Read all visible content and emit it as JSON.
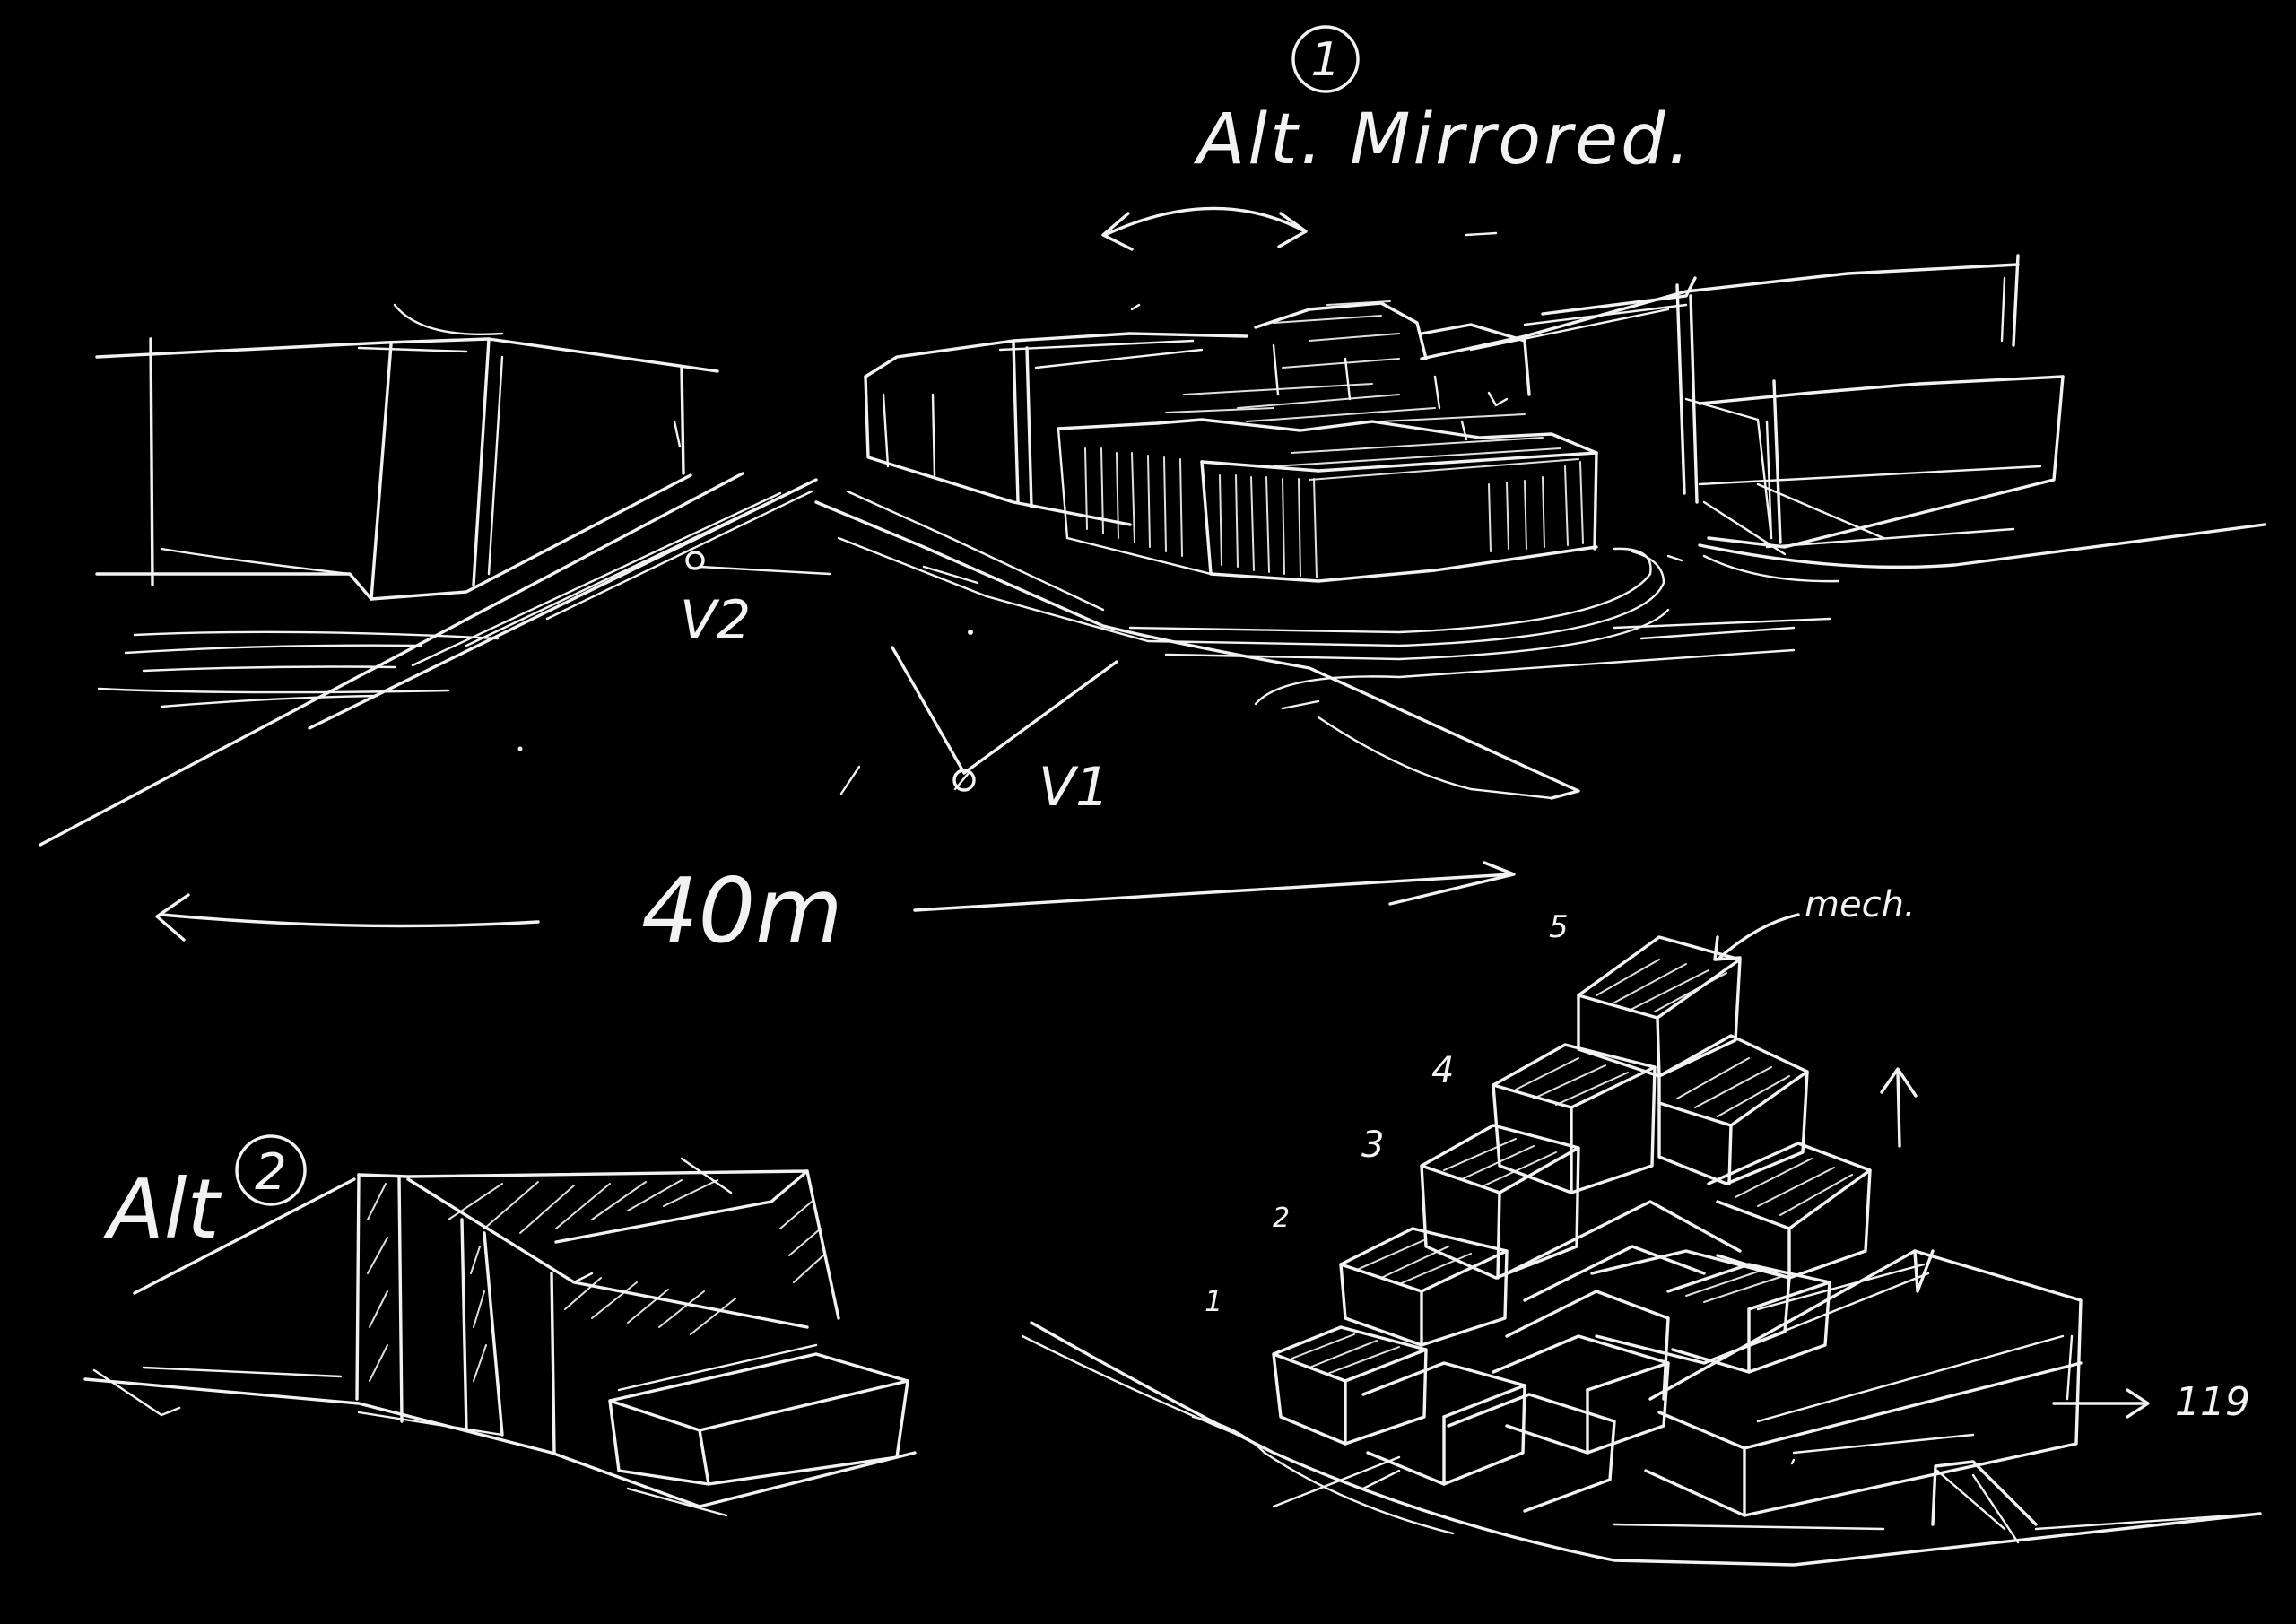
{
  "colors": {
    "background": "#000000",
    "ink": "#f2f2f2"
  },
  "labels": {
    "alt1_number": "1",
    "alt1_title": "Alt. Mirrored.",
    "viewpoint_1": "V1",
    "viewpoint_2": "V2",
    "dimension": "40m",
    "alt2_title": "Alt",
    "alt2_number": "2",
    "mech": "mech.",
    "level_1": "1",
    "level_2": "2",
    "level_3": "3",
    "level_4": "4",
    "level_5": "5",
    "side_note": "119"
  }
}
